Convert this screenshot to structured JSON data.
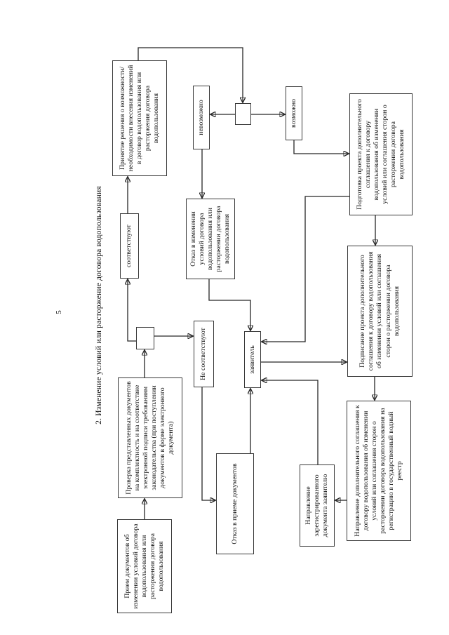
{
  "page": {
    "number": "5",
    "title": "2. Изменение условий или расторжение договора водопользования"
  },
  "flowchart": {
    "orientation": "rotated-90-ccw",
    "colors": {
      "line": "#262626",
      "border": "#383838",
      "text": "#141414",
      "background": "#ffffff"
    },
    "nodes": {
      "priem": {
        "label": "Прием документов об изменении условий договора водопользования или расторжении договора водопользования"
      },
      "proverka": {
        "label": "Проверка представленных документов на комплектность и на соответствие электронной подписи требованиям законодательства (при поступлении документов в форме электронного документа)"
      },
      "junction1": {
        "label": ""
      },
      "ne_sootv": {
        "label": "Не соответствуют"
      },
      "sootv": {
        "label": "соответствуют"
      },
      "prinyatie": {
        "label": "Принятие решения о возможности/необходимости внесения изменений в договор водопользования или расторжения договора водопользования"
      },
      "junction2": {
        "label": ""
      },
      "nevozmozhno": {
        "label": "невозможно"
      },
      "vozmozhno": {
        "label": "возможно"
      },
      "otkaz_izmenenie": {
        "label": "Отказ в изменении условий договора водопользования или расторжении договора водопользования"
      },
      "podgotovka": {
        "label": "Подготовка проекта дополнительного соглашения к договору водопользования об изменении условий или соглашения сторон о расторжении договора водопользования"
      },
      "podpisanie": {
        "label": "Подписание проекта дополнительного соглашения к договору водопользования об изменении условий или соглашения сторон о расторжении договора водопользования"
      },
      "zayavitel": {
        "label": "заявитель"
      },
      "otkaz_priem": {
        "label": "Отказ в приеме документов"
      },
      "napravlenie_zareg": {
        "label": "Направление зарегистрированного документа заявителю"
      },
      "napravlenie_dop": {
        "label": "Направление дополнительного соглашения к договору водопользования об изменении условий или соглашения сторон о расторжении договора водопользования на регистрацию в государственный водный реестр"
      }
    },
    "edges": [
      {
        "from": "priem",
        "to": "proverka"
      },
      {
        "from": "proverka",
        "to": "junction1"
      },
      {
        "from": "junction1",
        "to": "sootv"
      },
      {
        "from": "junction1",
        "to": "ne_sootv"
      },
      {
        "from": "sootv",
        "to": "prinyatie"
      },
      {
        "from": "prinyatie",
        "to": "junction2"
      },
      {
        "from": "junction2",
        "to": "nevozmozhno"
      },
      {
        "from": "junction2",
        "to": "vozmozhno"
      },
      {
        "from": "nevozmozhno",
        "to": "otkaz_izmenenie"
      },
      {
        "from": "vozmozhno",
        "to": "podgotovka"
      },
      {
        "from": "podgotovka",
        "to": "podpisanie"
      },
      {
        "from": "podpisanie",
        "to": "napravlenie_dop"
      },
      {
        "from": "napravlenie_dop",
        "to": "napravlenie_zareg"
      },
      {
        "from": "napravlenie_zareg",
        "to": "zayavitel"
      },
      {
        "from": "podgotovka",
        "to": "zayavitel"
      },
      {
        "from": "zayavitel",
        "to": "podpisanie"
      },
      {
        "from": "ne_sootv",
        "to": "otkaz_priem"
      },
      {
        "from": "otkaz_izmenenie",
        "to": "zayavitel"
      },
      {
        "from": "otkaz_priem",
        "to": "zayavitel"
      }
    ]
  }
}
